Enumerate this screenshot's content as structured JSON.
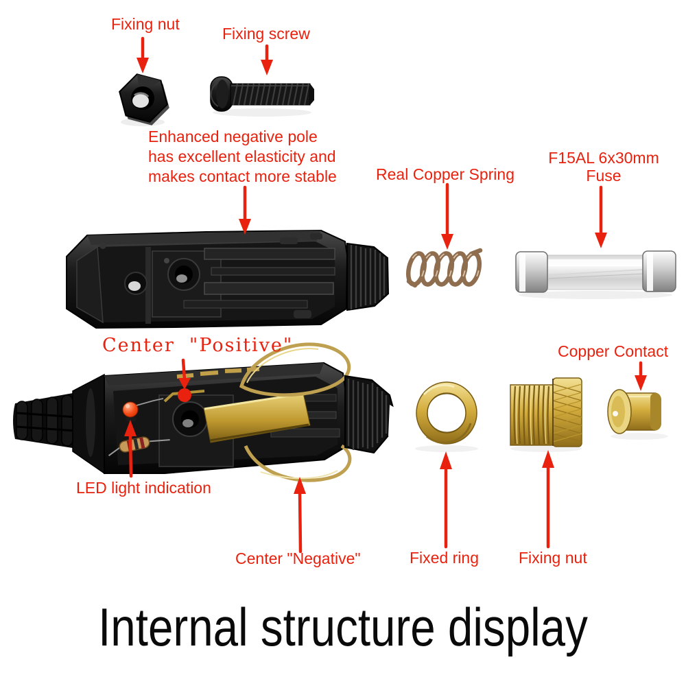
{
  "theme": {
    "background": "#ffffff",
    "accent_red": "#e8220e",
    "brass_gold": "#c9a227",
    "copper": "#8f6e50",
    "part_black": "#111111",
    "title_color": "#0a0a0a"
  },
  "title": {
    "label": "Internal structure display"
  },
  "annotations": {
    "fixing_nut_top": {
      "label": "Fixing nut"
    },
    "fixing_screw": {
      "label": "Fixing screw"
    },
    "enhanced_negative_pole": {
      "line1": "Enhanced negative pole",
      "line2": "has excellent elasticity and",
      "line3": "makes contact more stable"
    },
    "real_copper_spring": {
      "label": "Real Copper Spring"
    },
    "fuse": {
      "line1": "F15AL 6x30mm",
      "line2": "Fuse"
    },
    "center_positive": {
      "label": "Center  \"Positive\""
    },
    "led": {
      "label": "LED light indication"
    },
    "center_negative": {
      "label": "Center \"Negative\""
    },
    "fixed_ring": {
      "label": "Fixed ring"
    },
    "fixing_nut_bottom": {
      "label": "Fixing nut"
    },
    "copper_contact": {
      "label": "Copper Contact"
    }
  }
}
